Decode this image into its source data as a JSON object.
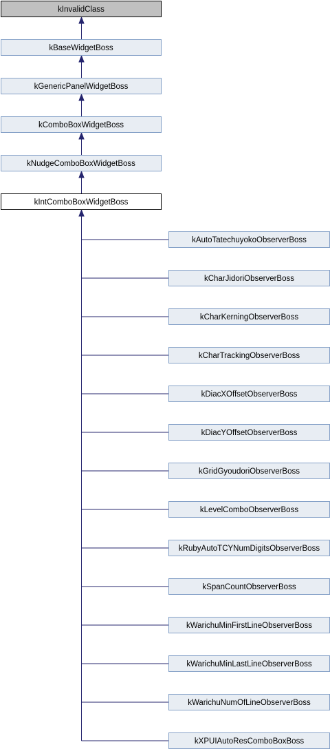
{
  "ancestors": [
    {
      "id": "kInvalidClass",
      "label": "kInvalidClass",
      "kind": "root"
    },
    {
      "id": "kBaseWidgetBoss",
      "label": "kBaseWidgetBoss",
      "kind": "chain"
    },
    {
      "id": "kGenericPanelWidgetBoss",
      "label": "kGenericPanelWidgetBoss",
      "kind": "chain"
    },
    {
      "id": "kComboBoxWidgetBoss",
      "label": "kComboBoxWidgetBoss",
      "kind": "chain"
    },
    {
      "id": "kNudgeComboBoxWidgetBoss",
      "label": "kNudgeComboBoxWidgetBoss",
      "kind": "chain"
    }
  ],
  "focus": {
    "id": "kIntComboBoxWidgetBoss",
    "label": "kIntComboBoxWidgetBoss"
  },
  "children": [
    {
      "id": "kAutoTatechuyokoObserverBoss",
      "label": "kAutoTatechuyokoObserverBoss"
    },
    {
      "id": "kCharJidoriObserverBoss",
      "label": "kCharJidoriObserverBoss"
    },
    {
      "id": "kCharKerningObserverBoss",
      "label": "kCharKerningObserverBoss"
    },
    {
      "id": "kCharTrackingObserverBoss",
      "label": "kCharTrackingObserverBoss"
    },
    {
      "id": "kDiacXOffsetObserverBoss",
      "label": "kDiacXOffsetObserverBoss"
    },
    {
      "id": "kDiacYOffsetObserverBoss",
      "label": "kDiacYOffsetObserverBoss"
    },
    {
      "id": "kGridGyoudoriObserverBoss",
      "label": "kGridGyoudoriObserverBoss"
    },
    {
      "id": "kLevelComboObserverBoss",
      "label": "kLevelComboObserverBoss"
    },
    {
      "id": "kRubyAutoTCYNumDigitsObserverBoss",
      "label": "kRubyAutoTCYNumDigitsObserverBoss"
    },
    {
      "id": "kSpanCountObserverBoss",
      "label": "kSpanCountObserverBoss"
    },
    {
      "id": "kWarichuMinFirstLineObserverBoss",
      "label": "kWarichuMinFirstLineObserverBoss"
    },
    {
      "id": "kWarichuMinLastLineObserverBoss",
      "label": "kWarichuMinLastLineObserverBoss"
    },
    {
      "id": "kWarichuNumOfLineObserverBoss",
      "label": "kWarichuNumOfLineObserverBoss"
    },
    {
      "id": "kXPUIAutoResComboBoxBoss",
      "label": "kXPUIAutoResComboBoxBoss"
    }
  ]
}
